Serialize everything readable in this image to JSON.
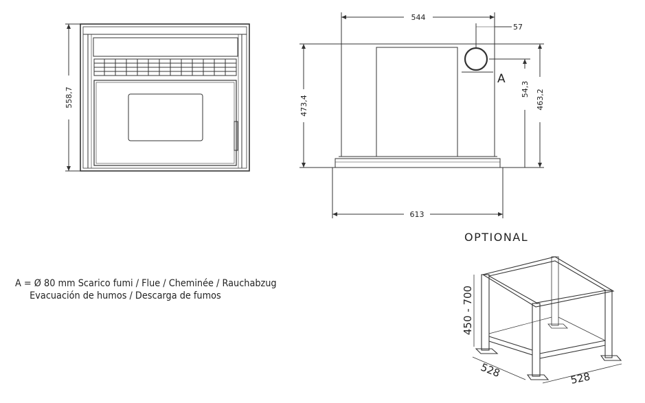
{
  "front_view": {
    "height_dim": "558,7"
  },
  "side_view": {
    "top_width_dim": "544",
    "flue_offset_dim": "57",
    "flue_label": "A",
    "height_dim": "473,4",
    "flue_height_dim": "54,3",
    "right_height_dim": "463,2",
    "base_width_dim": "613"
  },
  "optional_stand": {
    "title": "OPTIONAL",
    "height_dim": "450 - 700",
    "depth_dim": "528",
    "width_dim": "528"
  },
  "note": {
    "line1": "A = Ø 80 mm  Scarico fumi / Flue / Cheminée / Rauchabzug",
    "line2": "Evacuación de humos / Descarga de fumos"
  }
}
